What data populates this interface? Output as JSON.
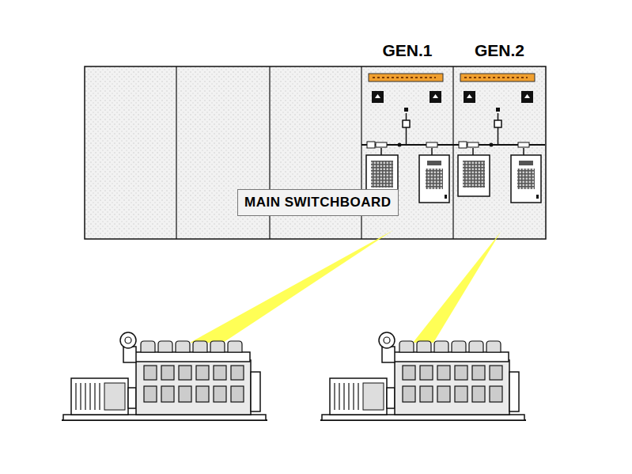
{
  "diagram": {
    "nodes": [
      {
        "text": [
          "GEN.1"
        ]
      },
      {
        "text": [
          "GEN.2"
        ]
      },
      {
        "text": [
          "MAIN SWITCHBOARD"
        ]
      }
    ]
  }
}
